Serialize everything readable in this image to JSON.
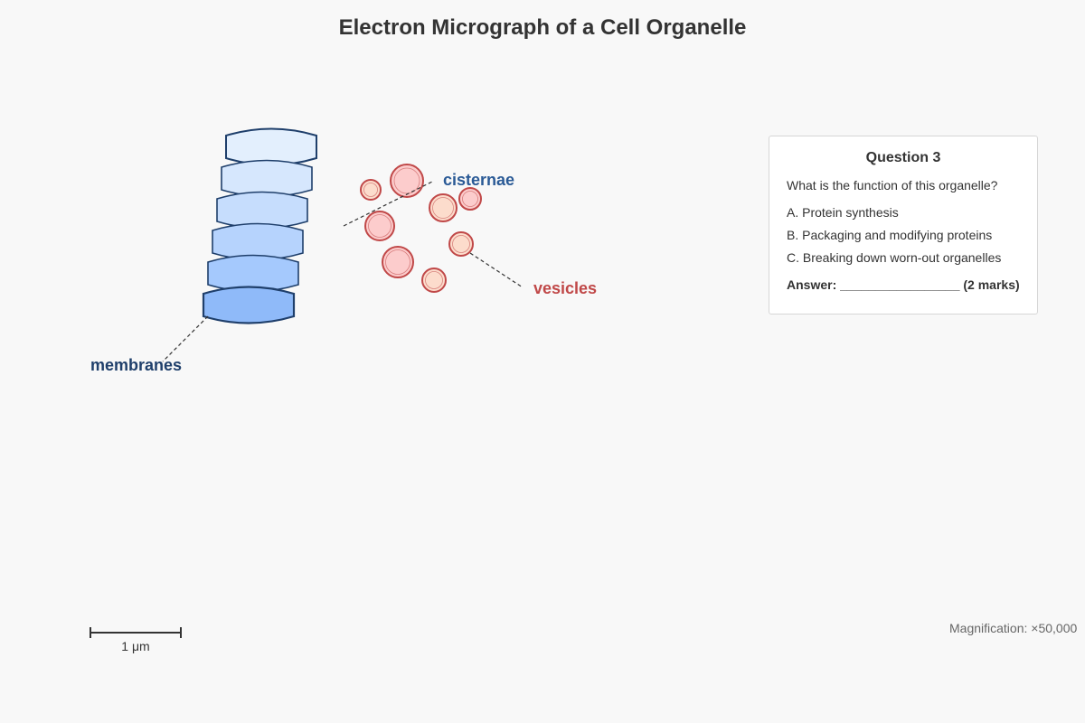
{
  "title": "Electron Micrograph of a Cell Organelle",
  "labels": {
    "cisternae": "cisternae",
    "vesicles": "vesicles",
    "membranes": "membranes"
  },
  "question": {
    "heading": "Question 3",
    "prompt": "What is the function of this organelle?",
    "options": [
      "A. Protein synthesis",
      "B. Packaging and modifying proteins",
      "C. Breaking down worn-out organelles"
    ],
    "answer_label": "Answer:",
    "answer_blank": "_________________",
    "marks": "(2 marks)"
  },
  "scale_bar": {
    "label": "1 μm"
  },
  "magnification": "Magnification: ×50,000",
  "colors": {
    "cisterna_fills": [
      "#e3effd",
      "#d6e7fd",
      "#c6ddfd",
      "#b6d3fd",
      "#a5c9fd",
      "#8fbaf9"
    ],
    "cisterna_stroke": "#1f3f6b",
    "vesicle_stroke": "#c04848",
    "vesicle_fill_pink": "#fccccc",
    "vesicle_fill_peach": "#fcdccc",
    "cisternae_label": "#2a5a96",
    "vesicles_label": "#c04848",
    "membranes_label": "#1f3f6b"
  }
}
